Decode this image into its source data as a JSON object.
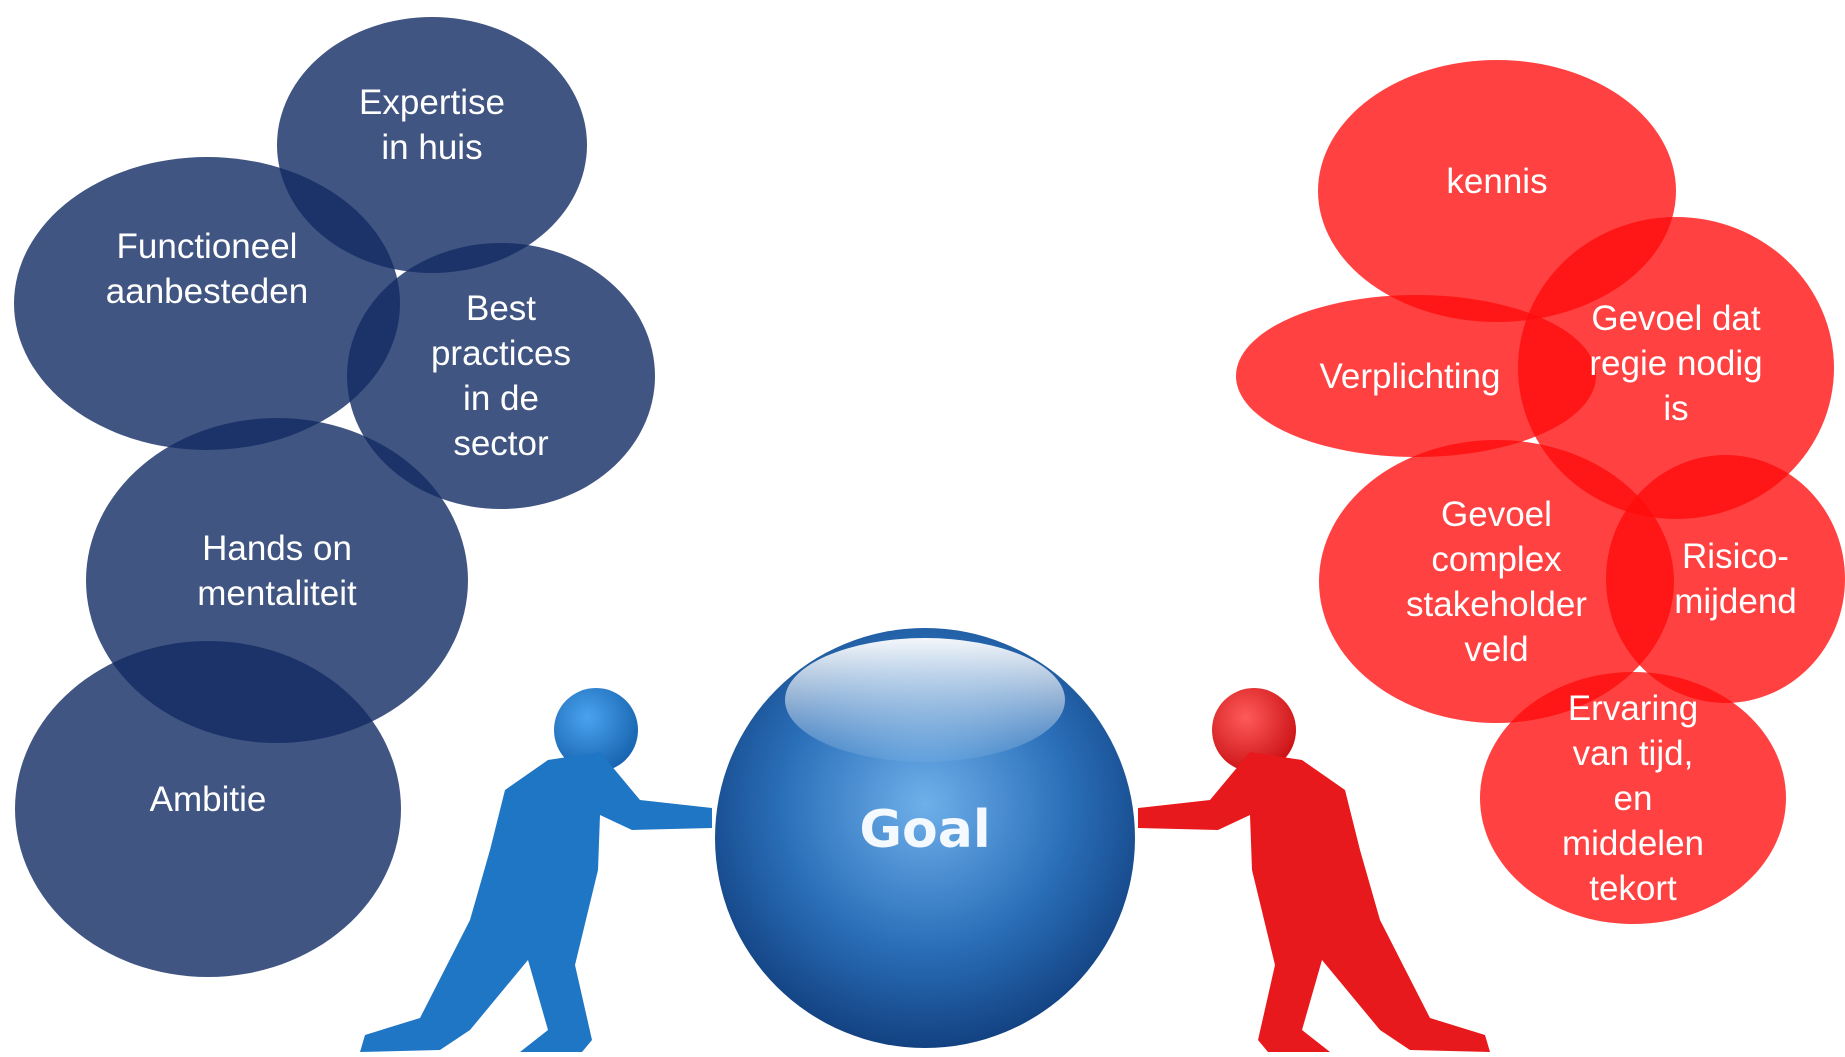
{
  "goal_label": "Goal",
  "colors": {
    "positive_bubbles": "#122a63",
    "negative_bubbles": "#ff0c0c",
    "left_figure": "#1f76c4",
    "right_figure": "#e8191c",
    "goal_ball": "#2a6fb9"
  },
  "left_forces": [
    {
      "id": "expertise",
      "label": "Expertise\nin huis"
    },
    {
      "id": "functioneel",
      "label": "Functioneel\naanbesteden"
    },
    {
      "id": "best-practices",
      "label": "Best\npractices\nin de\nsector"
    },
    {
      "id": "hands-on",
      "label": "Hands on\nmentaliteit"
    },
    {
      "id": "ambitie",
      "label": "Ambitie"
    }
  ],
  "right_forces": [
    {
      "id": "kennis",
      "label": "kennis"
    },
    {
      "id": "verplichting",
      "label": "Verplichting"
    },
    {
      "id": "regie",
      "label": "Gevoel dat\nregie nodig\nis"
    },
    {
      "id": "stakeholder",
      "label": "Gevoel\ncomplex\nstakeholder\nveld"
    },
    {
      "id": "risico",
      "label": "Risico-\nmijdend"
    },
    {
      "id": "tijd",
      "label": "Ervaring\nvan tijd,\nen\nmiddelen\ntekort"
    }
  ]
}
